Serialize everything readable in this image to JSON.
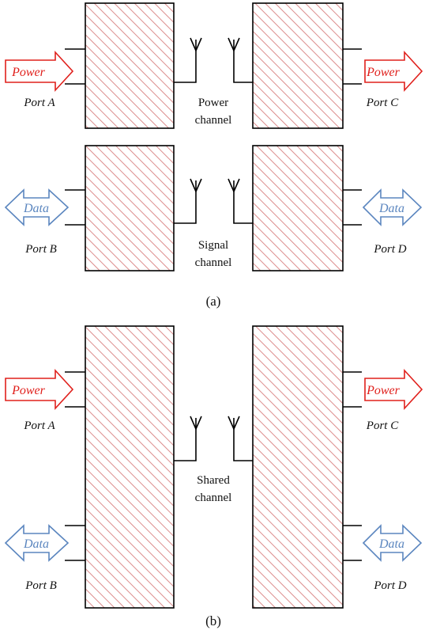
{
  "figure_a": {
    "ports": {
      "a": "Port A",
      "b": "Port B",
      "c": "Port C",
      "d": "Port D"
    },
    "arrows": {
      "power_left": "Power",
      "power_right": "Power",
      "data_left": "Data",
      "data_right": "Data"
    },
    "power_channel": [
      "Power",
      "channel"
    ],
    "signal_channel": [
      "Signal",
      "channel"
    ],
    "caption": "(a)"
  },
  "figure_b": {
    "ports": {
      "a": "Port A",
      "b": "Port B",
      "c": "Port C",
      "d": "Port D"
    },
    "arrows": {
      "power_left": "Power",
      "power_right": "Power",
      "data_left": "Data",
      "data_right": "Data"
    },
    "shared_channel": [
      "Shared",
      "channel"
    ],
    "caption": "(b)"
  },
  "colors": {
    "power": "#e0201c",
    "data": "#5b86bf",
    "hatch": "#d98080",
    "outline": "#000000"
  }
}
